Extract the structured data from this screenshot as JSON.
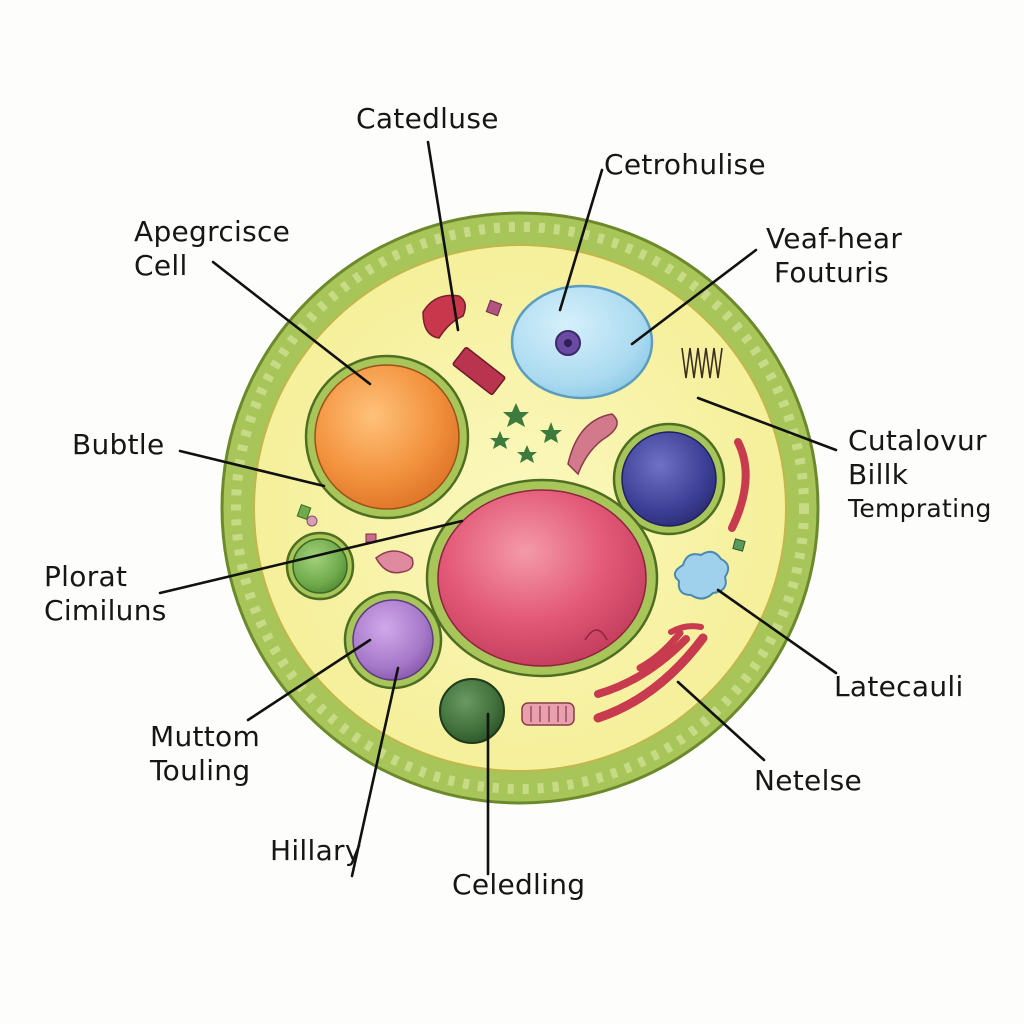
{
  "labels": {
    "catedluse": "Catedluse",
    "cetrohulise": "Cetrohulise",
    "apegrcisce_line1": "Apegrcisce",
    "apegrcisce_line2": "Cell",
    "veafhear_line1": "Veaf-hear",
    "veafhear_line2": "Fouturis",
    "bubtle": "Bubtle",
    "cutalovur_line1": "Cutalovur",
    "cutalovur_line2": "Billk",
    "cutalovur_line3": "Temprating",
    "plorat_line1": "Plorat",
    "plorat_line2": "Cimiluns",
    "latecauli": "Latecauli",
    "muttom_line1": "Muttom",
    "muttom_line2": "Touling",
    "netelse": "Netelse",
    "hillary": "Hillary",
    "celedling": "Celedling"
  },
  "colors": {
    "background": "#fdfdfb",
    "cell_wall": "#a8c55a",
    "cytoplasm": "#f8f3a4",
    "orange_organelle": "#f39440",
    "blue_vacuole": "#aadaf0",
    "navy_organelle": "#3d3f96",
    "pink_nucleus": "#e35a78",
    "purple_organelle": "#a679c9",
    "green_organelle": "#6faa4c",
    "dark_green_organelle": "#3f6e3a",
    "red_organelle": "#c83a4e",
    "light_blue_organelle": "#9fd0ec"
  }
}
